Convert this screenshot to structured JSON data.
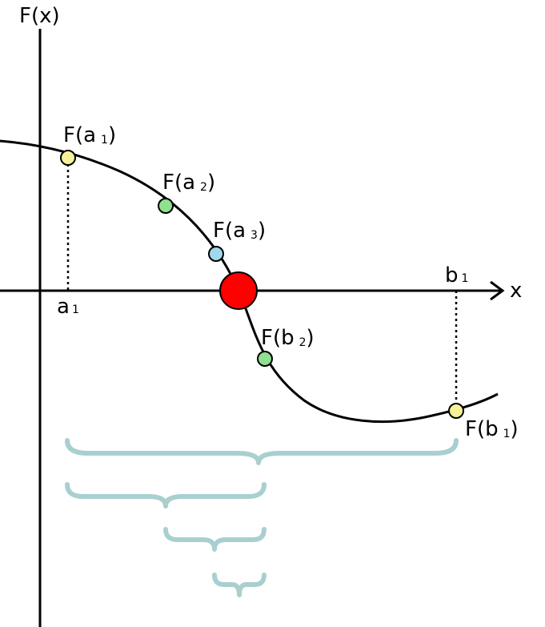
{
  "axes": {
    "y_label": "F(x)",
    "x_label": "x"
  },
  "x_ticks": {
    "a1": {
      "main": "a",
      "sub": "1"
    },
    "b1": {
      "main": "b",
      "sub": "1"
    }
  },
  "points": {
    "fa1": {
      "main": "F(a",
      "sub": "1",
      "close": ")",
      "color": "#f7f29a"
    },
    "fa2": {
      "main": "F(a",
      "sub": "2",
      "close": ")",
      "color": "#8fe08f"
    },
    "fa3": {
      "main": "F(a",
      "sub": "3",
      "close": ")",
      "color": "#9fd9ee"
    },
    "fb2": {
      "main": "F(b",
      "sub": "2",
      "close": ")",
      "color": "#8fe08f"
    },
    "fb1": {
      "main": "F(b",
      "sub": "1",
      "close": ")",
      "color": "#f7f29a"
    },
    "root": {
      "color": "#ff0000"
    }
  },
  "colors": {
    "brace": "#a9cfcf",
    "axis": "#000000"
  }
}
